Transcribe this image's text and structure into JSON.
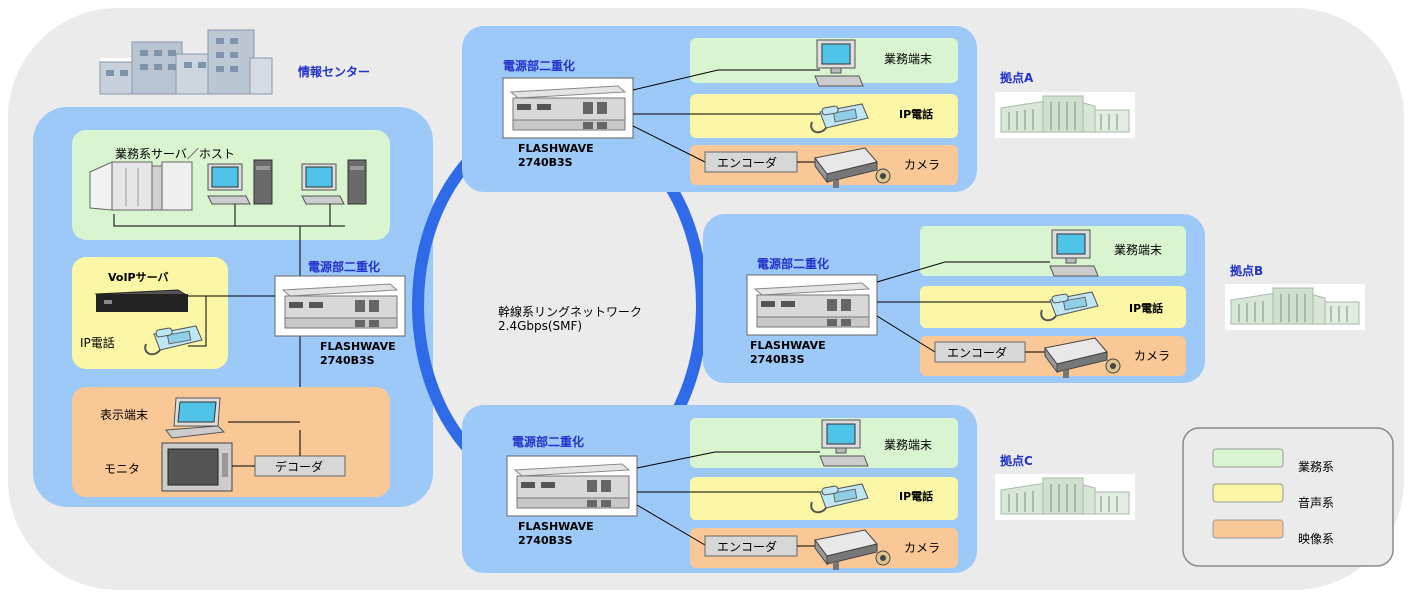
{
  "center": {
    "title": "情報センター",
    "business_servers_label": "業務系サーバ／ホスト",
    "voip_server_label": "VoIPサーバ",
    "ip_phone_label": "IP電話",
    "display_terminal_label": "表示端末",
    "monitor_label": "モニタ",
    "decoder_label": "デコーダ",
    "power_label": "電源部二重化",
    "device_name_1": "FLASHWAVE",
    "device_name_2": "2740B3S"
  },
  "ring": {
    "label": "幹線系リングネットワーク",
    "speed": "2.4Gbps(SMF)",
    "color": "#2f6be8"
  },
  "sites": [
    {
      "name": "拠点A",
      "power_label": "電源部二重化",
      "device_name_1": "FLASHWAVE",
      "device_name_2": "2740B3S",
      "terminal_label": "業務端末",
      "phone_label": "IP電話",
      "encoder_label": "エンコーダ",
      "camera_label": "カメラ"
    },
    {
      "name": "拠点B",
      "power_label": "電源部二重化",
      "device_name_1": "FLASHWAVE",
      "device_name_2": "2740B3S",
      "terminal_label": "業務端末",
      "phone_label": "IP電話",
      "encoder_label": "エンコーダ",
      "camera_label": "カメラ"
    },
    {
      "name": "拠点C",
      "power_label": "電源部二重化",
      "device_name_1": "FLASHWAVE",
      "device_name_2": "2740B3S",
      "terminal_label": "業務端末",
      "phone_label": "IP電話",
      "encoder_label": "エンコーダ",
      "camera_label": "カメラ"
    }
  ],
  "legend": {
    "items": [
      {
        "label": "業務系",
        "color": "#d8f5cf"
      },
      {
        "label": "音声系",
        "color": "#fbf7a6"
      },
      {
        "label": "映像系",
        "color": "#f9c896"
      }
    ]
  },
  "colors": {
    "background": "#ebebeb",
    "site_panel": "#9cc9f7",
    "business": "#d8f5cf",
    "voice": "#fbf7a6",
    "video": "#f9c896"
  }
}
